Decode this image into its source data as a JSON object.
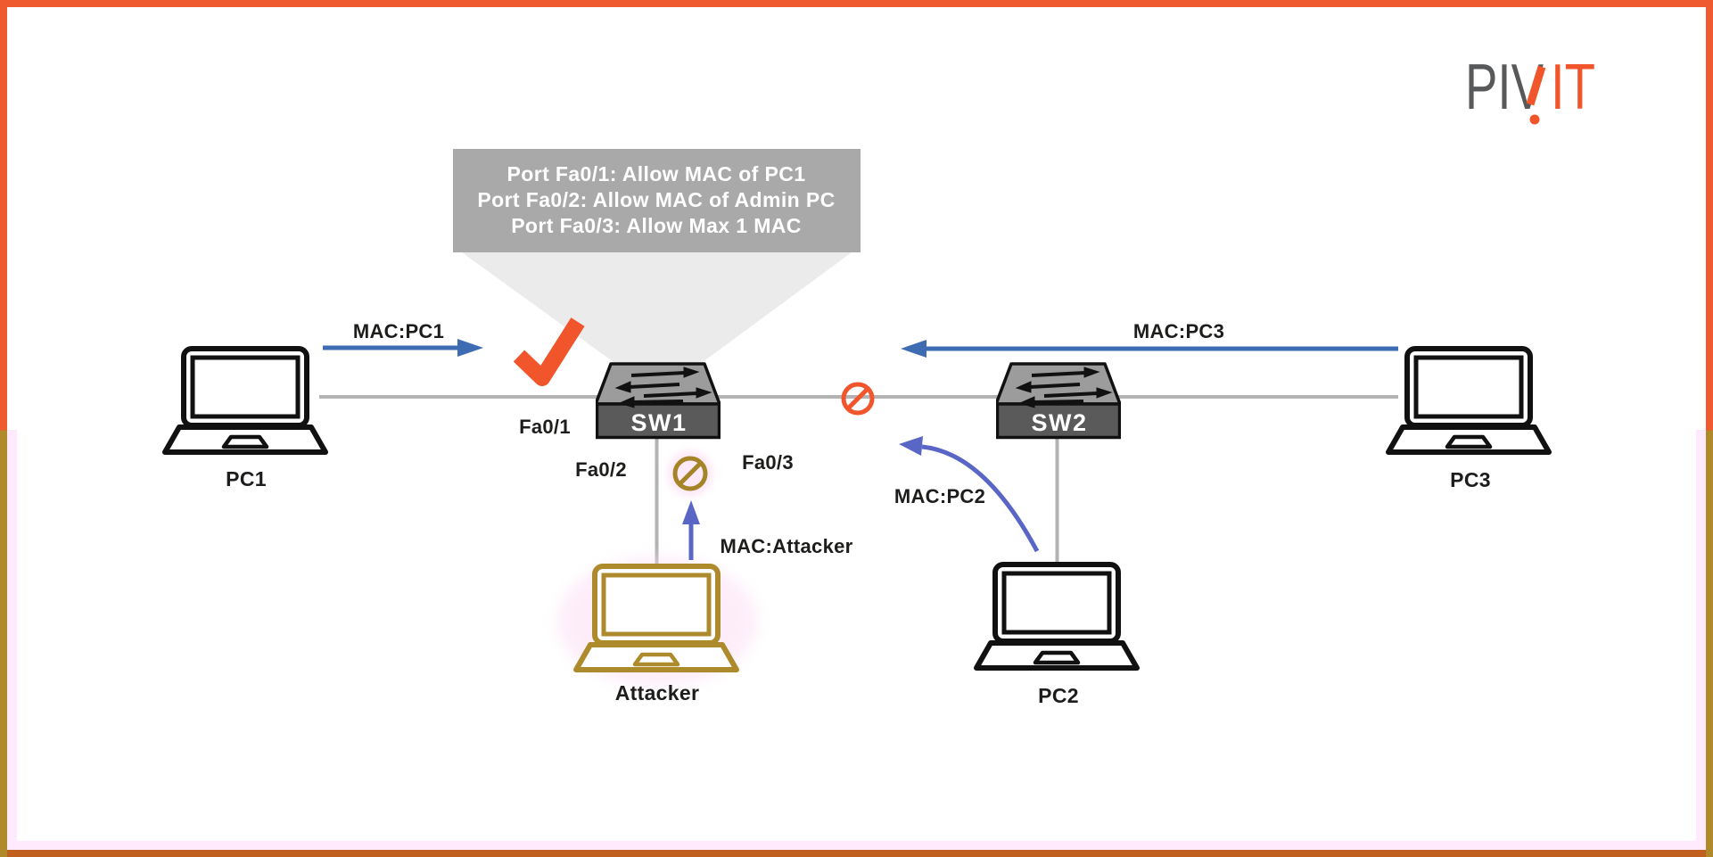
{
  "logo": {
    "gray": "PIV",
    "orange": "IT"
  },
  "callout": {
    "lines": [
      "Port Fa0/1: Allow MAC of PC1",
      "Port Fa0/2: Allow MAC of Admin PC",
      "Port Fa0/3: Allow Max 1 MAC"
    ]
  },
  "devices": {
    "pc1": "PC1",
    "pc2": "PC2",
    "pc3": "PC3",
    "attacker": "Attacker",
    "sw1": "SW1",
    "sw2": "SW2"
  },
  "ports": {
    "fa0_1": "Fa0/1",
    "fa0_2": "Fa0/2",
    "fa0_3": "Fa0/3"
  },
  "flows": {
    "mac_pc1": "MAC:PC1",
    "mac_pc2": "MAC:PC2",
    "mac_pc3": "MAC:PC3",
    "mac_attacker": "MAC:Attacker"
  },
  "icons": {
    "checkmark": "allowed-frame",
    "no-entry": "blocked-frame",
    "laptop": "end-device",
    "switch": "ethernet-switch"
  },
  "colors": {
    "accent_orange": "#f1552b",
    "border_orange": "#ef5b2e",
    "border_olive": "#b0892b",
    "border_brown": "#c05f1e",
    "steel_blue": "#3e6cb3",
    "indigo_blue": "#5a66c6",
    "olive": "#a58428",
    "line_gray": "#b3b3b3",
    "callout_gray": "#a9a9a9",
    "funnel_gray": "#ebebeb",
    "switch_top_gray": "#9c9c9c",
    "switch_front_gray": "#5a5a5a",
    "logo_gray": "#58595b",
    "glow_pink": "#fcdcf3"
  }
}
